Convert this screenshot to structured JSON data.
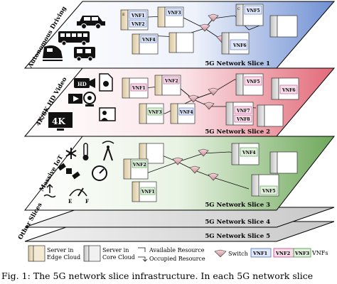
{
  "slices": [
    {
      "side_label": "Autonomous Driving",
      "name": "5G Network Slice 1",
      "color": "#6f8fd3"
    },
    {
      "side_label": "4K/8K HD Video",
      "name": "5G Network Slice 2",
      "color": "#e26a78"
    },
    {
      "side_label": "Massive IoT",
      "name": "5G Network Slice 3",
      "color": "#6ea85a"
    },
    {
      "side_label": "",
      "name": "5G Network Slice 4",
      "color": "#cfcfcf"
    },
    {
      "side_label": "Other Slices",
      "name": "5G Network Slice 5",
      "color": "#cfcfcf"
    }
  ],
  "vnf_labels": {
    "s1": [
      "VNF1",
      "VNF2",
      "VNF3",
      "VNF4",
      "VNF5",
      "VNF6"
    ],
    "s2": [
      "VNF1",
      "VNF2",
      "VNF3",
      "VNF4",
      "VNF5",
      "VNF6",
      "VNF7",
      "VNF8"
    ],
    "s3": [
      "VNF1",
      "VNF2",
      "VNF4",
      "VNF5"
    ]
  },
  "server_tags": {
    "edge": "E",
    "core": "C"
  },
  "hd_label": "HD",
  "fourk_label": "4K",
  "iot_gauge_labels": {
    "e": "E",
    "f": "F"
  },
  "legend": {
    "edge_server": "Server in Edge Cloud",
    "edge_line1": "Server in",
    "edge_line2": "Edge Cloud",
    "core_line1": "Server in",
    "core_line2": "Core Cloud",
    "available": "Available Resource",
    "occupied": "Occupied Resource",
    "switch": "Switch",
    "vnf1": "VNF1",
    "vnf2": "VNF2",
    "vnf3": "VNF3",
    "vnfs": "VNFs"
  },
  "colors": {
    "vnf1": "#4a6fc7",
    "vnf2": "#c8408a",
    "vnf3": "#3f9a3f"
  },
  "caption": "Fig. 1: The 5G network slice infrastructure. In each 5G network slice"
}
